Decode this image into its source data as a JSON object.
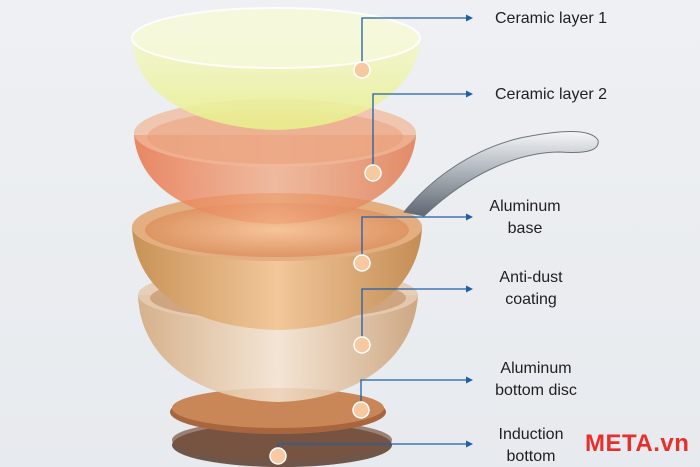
{
  "labels": [
    {
      "id": "ceramic-layer-1",
      "lines": [
        "Ceramic layer 1"
      ]
    },
    {
      "id": "ceramic-layer-2",
      "lines": [
        "Ceramic layer 2"
      ]
    },
    {
      "id": "aluminum-base",
      "lines": [
        "Aluminum",
        "base"
      ]
    },
    {
      "id": "anti-dust-coating",
      "lines": [
        "Anti-dust",
        "coating"
      ]
    },
    {
      "id": "aluminum-bottom-disc",
      "lines": [
        "Aluminum",
        "bottom disc"
      ]
    },
    {
      "id": "induction-bottom",
      "lines": [
        "Induction",
        "bottom"
      ]
    }
  ],
  "watermark": {
    "text": "META",
    "suffix": ".vn"
  },
  "colors": {
    "leader": "#1f5fa8",
    "dot": "#f6c9a0",
    "ceramic1": "#eef3a0",
    "ceramic2": "#e88a5e",
    "aluminum": "#c99a62",
    "coating": "#d8b48e",
    "disc": "#b9734a",
    "induction": "#6b4a3a"
  }
}
